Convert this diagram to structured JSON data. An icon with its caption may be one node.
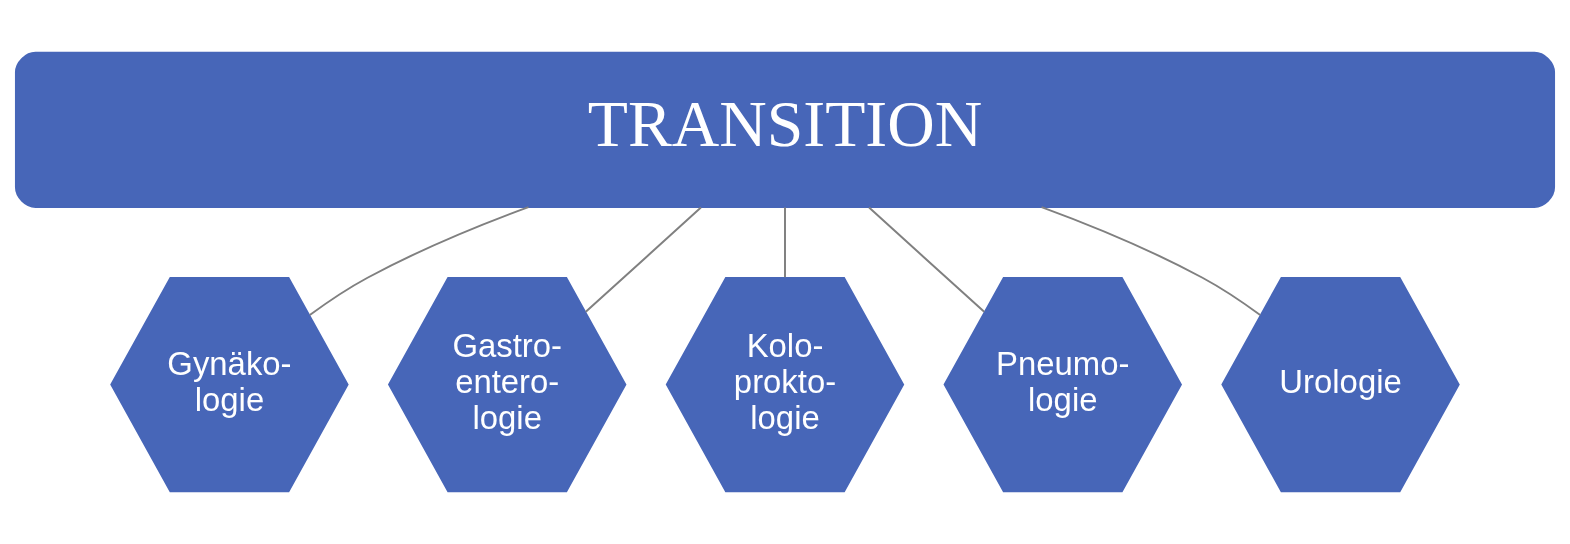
{
  "diagram": {
    "nodes": [
      {
        "text": [
          "TRANSITION"
        ]
      },
      {
        "text": [
          "Gynäko- logie"
        ]
      },
      {
        "text": [
          "Gastro- entero- logie"
        ]
      },
      {
        "text": [
          "Kolo- prokto- logie"
        ]
      },
      {
        "text": [
          "Pneumo- logie"
        ]
      },
      {
        "text": [
          "Urologie"
        ]
      }
    ],
    "edges": [
      {
        "from": 0,
        "to": 1,
        "arrow": "none"
      },
      {
        "from": 0,
        "to": 2,
        "arrow": "none"
      },
      {
        "from": 0,
        "to": 3,
        "arrow": "none"
      },
      {
        "from": 0,
        "to": 4,
        "arrow": "none"
      },
      {
        "from": 0,
        "to": 5,
        "arrow": "none"
      }
    ]
  }
}
